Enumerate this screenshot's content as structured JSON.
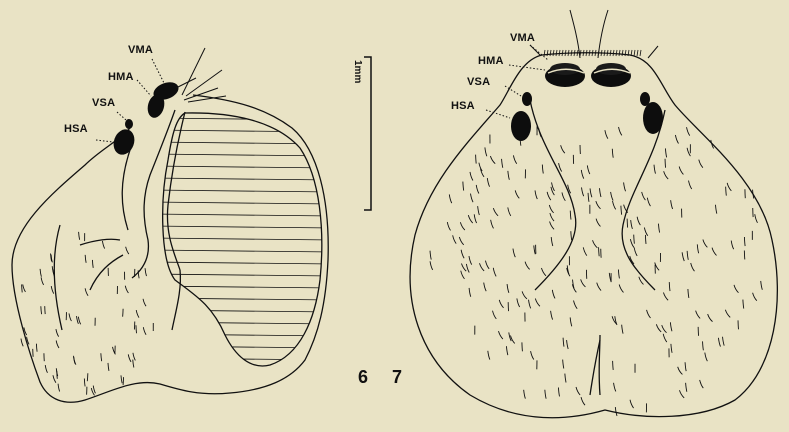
{
  "figures": [
    {
      "number": "6",
      "eye_labels": [
        "VMA",
        "HMA",
        "VSA",
        "HSA"
      ]
    },
    {
      "number": "7",
      "eye_labels": [
        "VMA",
        "HMA",
        "VSA",
        "HSA"
      ]
    }
  ],
  "scale_bar": {
    "label": "1mm"
  },
  "colors": {
    "background": "#e9e3c5",
    "ink": "#111111"
  }
}
